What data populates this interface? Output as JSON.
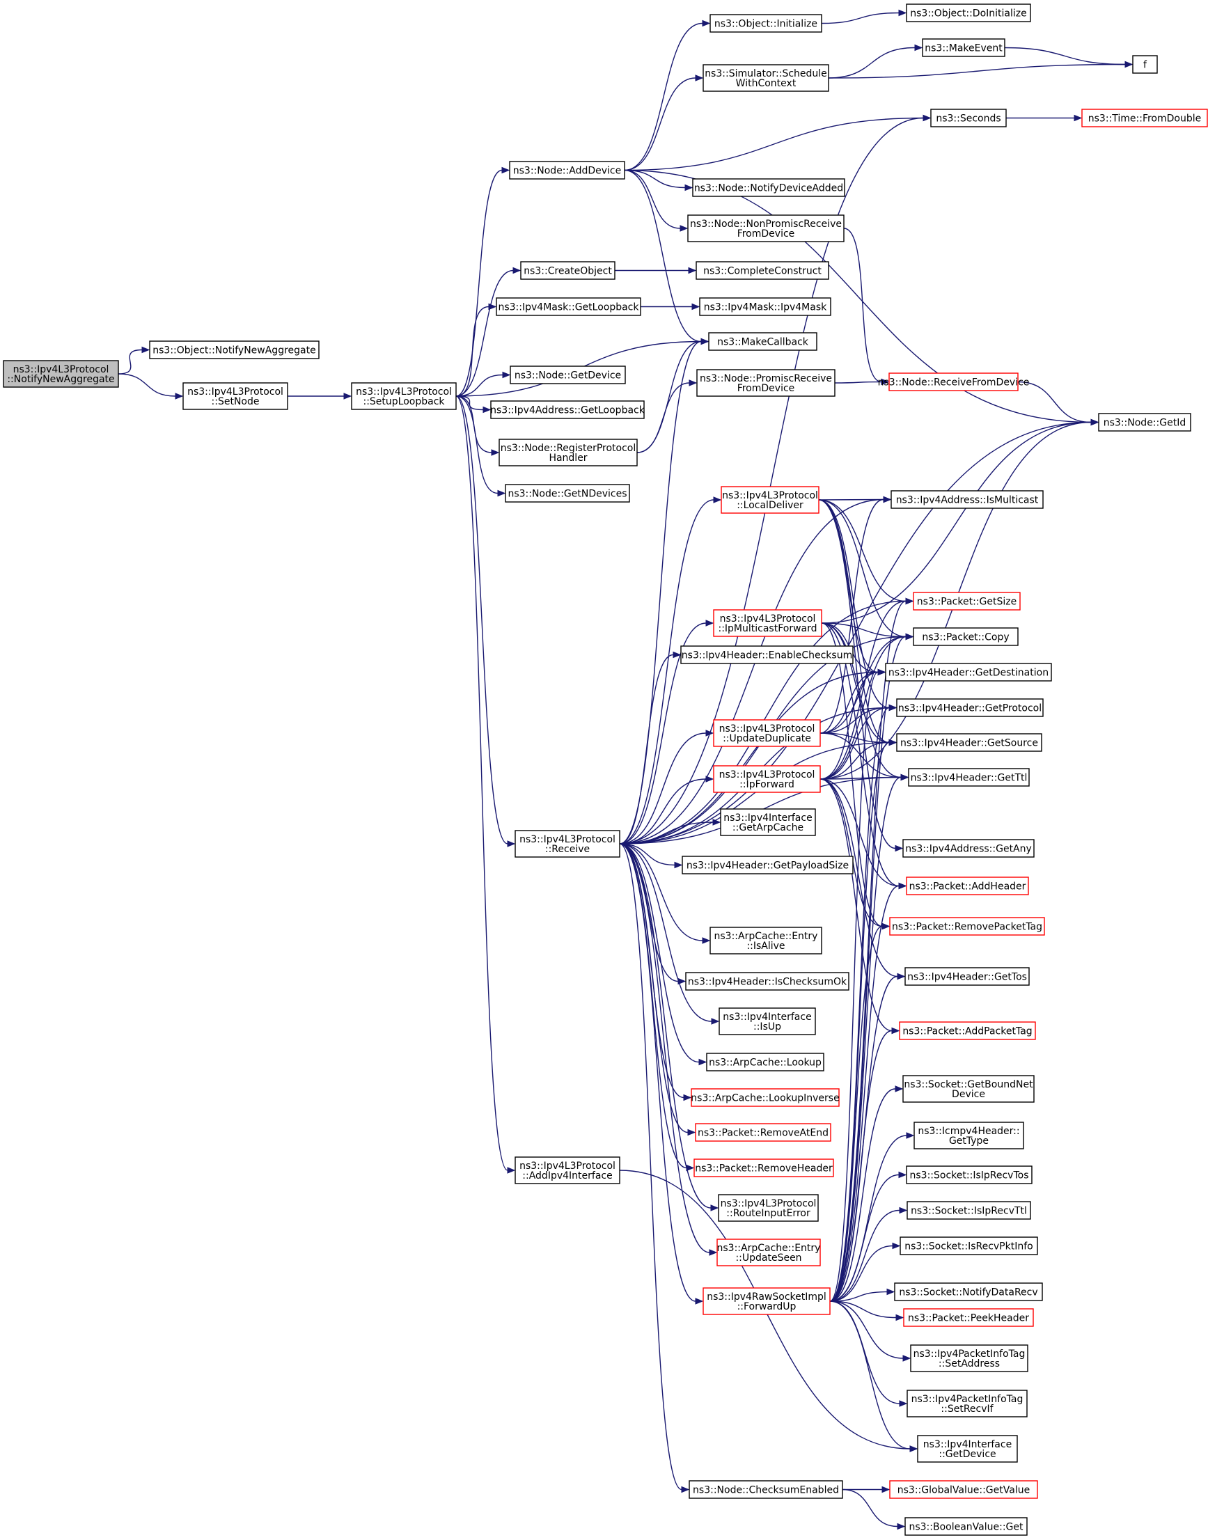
{
  "colors": {
    "edge": "#191970",
    "root_fill": "#bfbfbf",
    "truncated_border": "#ff0000",
    "border": "#000000"
  },
  "nodes": [
    {
      "id": "root",
      "lines": [
        "ns3::Ipv4L3Protocol",
        "::NotifyNewAggregate"
      ],
      "root": true
    },
    {
      "id": "obj_nna",
      "lines": [
        "ns3::Object::NotifyNewAggregate"
      ]
    },
    {
      "id": "setnode",
      "lines": [
        "ns3::Ipv4L3Protocol",
        "::SetNode"
      ]
    },
    {
      "id": "setuplb",
      "lines": [
        "ns3::Ipv4L3Protocol",
        "::SetupLoopback"
      ]
    },
    {
      "id": "adddevice",
      "lines": [
        "ns3::Node::AddDevice"
      ]
    },
    {
      "id": "createobject",
      "lines": [
        "ns3::CreateObject"
      ]
    },
    {
      "id": "mask_getlb",
      "lines": [
        "ns3::Ipv4Mask::GetLoopback"
      ]
    },
    {
      "id": "getdevice",
      "lines": [
        "ns3::Node::GetDevice"
      ]
    },
    {
      "id": "addr_getlb",
      "lines": [
        "ns3::Ipv4Address::GetLoopback"
      ]
    },
    {
      "id": "regproto",
      "lines": [
        "ns3::Node::RegisterProtocol",
        "Handler"
      ]
    },
    {
      "id": "getndevices",
      "lines": [
        "ns3::Node::GetNDevices"
      ]
    },
    {
      "id": "receive",
      "lines": [
        "ns3::Ipv4L3Protocol",
        "::Receive"
      ]
    },
    {
      "id": "addiface",
      "lines": [
        "ns3::Ipv4L3Protocol",
        "::AddIpv4Interface"
      ]
    },
    {
      "id": "obj_init",
      "lines": [
        "ns3::Object::Initialize"
      ]
    },
    {
      "id": "obj_doinit",
      "lines": [
        "ns3::Object::DoInitialize"
      ]
    },
    {
      "id": "schedwc",
      "lines": [
        "ns3::Simulator::Schedule",
        "WithContext"
      ]
    },
    {
      "id": "makeevent",
      "lines": [
        "ns3::MakeEvent"
      ]
    },
    {
      "id": "f",
      "lines": [
        "f"
      ]
    },
    {
      "id": "seconds",
      "lines": [
        "ns3::Seconds"
      ]
    },
    {
      "id": "fromdouble",
      "lines": [
        "ns3::Time::FromDouble"
      ],
      "trunc": true
    },
    {
      "id": "notifydevadded",
      "lines": [
        "ns3::Node::NotifyDeviceAdded"
      ]
    },
    {
      "id": "nonpromisc",
      "lines": [
        "ns3::Node::NonPromiscReceive",
        "FromDevice"
      ]
    },
    {
      "id": "completeconstruct",
      "lines": [
        "ns3::CompleteConstruct"
      ]
    },
    {
      "id": "ipv4mask",
      "lines": [
        "ns3::Ipv4Mask::Ipv4Mask"
      ]
    },
    {
      "id": "makecallback",
      "lines": [
        "ns3::MakeCallback"
      ]
    },
    {
      "id": "promisc",
      "lines": [
        "ns3::Node::PromiscReceive",
        "FromDevice"
      ]
    },
    {
      "id": "recvfromdev",
      "lines": [
        "ns3::Node::ReceiveFromDevice"
      ],
      "trunc": true
    },
    {
      "id": "getid",
      "lines": [
        "ns3::Node::GetId"
      ]
    },
    {
      "id": "localdeliver",
      "lines": [
        "ns3::Ipv4L3Protocol",
        "::LocalDeliver"
      ],
      "trunc": true
    },
    {
      "id": "ismulticast",
      "lines": [
        "ns3::Ipv4Address::IsMulticast"
      ]
    },
    {
      "id": "getsize",
      "lines": [
        "ns3::Packet::GetSize"
      ],
      "trunc": true
    },
    {
      "id": "ipmcast",
      "lines": [
        "ns3::Ipv4L3Protocol",
        "::IpMulticastForward"
      ],
      "trunc": true
    },
    {
      "id": "copy",
      "lines": [
        "ns3::Packet::Copy"
      ]
    },
    {
      "id": "enablecs",
      "lines": [
        "ns3::Ipv4Header::EnableChecksum"
      ]
    },
    {
      "id": "getdest",
      "lines": [
        "ns3::Ipv4Header::GetDestination"
      ]
    },
    {
      "id": "getproto",
      "lines": [
        "ns3::Ipv4Header::GetProtocol"
      ]
    },
    {
      "id": "updatedup",
      "lines": [
        "ns3::Ipv4L3Protocol",
        "::UpdateDuplicate"
      ],
      "trunc": true
    },
    {
      "id": "getsource",
      "lines": [
        "ns3::Ipv4Header::GetSource"
      ]
    },
    {
      "id": "ipforward",
      "lines": [
        "ns3::Ipv4L3Protocol",
        "::IpForward"
      ],
      "trunc": true
    },
    {
      "id": "getttl",
      "lines": [
        "ns3::Ipv4Header::GetTtl"
      ]
    },
    {
      "id": "getarpcache",
      "lines": [
        "ns3::Ipv4Interface",
        "::GetArpCache"
      ]
    },
    {
      "id": "getany",
      "lines": [
        "ns3::Ipv4Address::GetAny"
      ]
    },
    {
      "id": "getpayload",
      "lines": [
        "ns3::Ipv4Header::GetPayloadSize"
      ]
    },
    {
      "id": "addheader",
      "lines": [
        "ns3::Packet::AddHeader"
      ],
      "trunc": true
    },
    {
      "id": "rmpkttag",
      "lines": [
        "ns3::Packet::RemovePacketTag"
      ],
      "trunc": true
    },
    {
      "id": "isalive",
      "lines": [
        "ns3::ArpCache::Entry",
        "::IsAlive"
      ]
    },
    {
      "id": "gettos",
      "lines": [
        "ns3::Ipv4Header::GetTos"
      ]
    },
    {
      "id": "ischecksumok",
      "lines": [
        "ns3::Ipv4Header::IsChecksumOk"
      ]
    },
    {
      "id": "addpkttag",
      "lines": [
        "ns3::Packet::AddPacketTag"
      ],
      "trunc": true
    },
    {
      "id": "isup",
      "lines": [
        "ns3::Ipv4Interface",
        "::IsUp"
      ]
    },
    {
      "id": "lookup",
      "lines": [
        "ns3::ArpCache::Lookup"
      ]
    },
    {
      "id": "getboundnet",
      "lines": [
        "ns3::Socket::GetBoundNet",
        "Device"
      ]
    },
    {
      "id": "lookupinv",
      "lines": [
        "ns3::ArpCache::LookupInverse"
      ],
      "trunc": true
    },
    {
      "id": "icmpgettype",
      "lines": [
        "ns3::Icmpv4Header::",
        "GetType"
      ]
    },
    {
      "id": "rmatend",
      "lines": [
        "ns3::Packet::RemoveAtEnd"
      ],
      "trunc": true
    },
    {
      "id": "isiprecvtos",
      "lines": [
        "ns3::Socket::IsIpRecvTos"
      ]
    },
    {
      "id": "rmheader",
      "lines": [
        "ns3::Packet::RemoveHeader"
      ],
      "trunc": true
    },
    {
      "id": "isiprecvttl",
      "lines": [
        "ns3::Socket::IsIpRecvTtl"
      ]
    },
    {
      "id": "routeinerr",
      "lines": [
        "ns3::Ipv4L3Protocol",
        "::RouteInputError"
      ]
    },
    {
      "id": "updateseen",
      "lines": [
        "ns3::ArpCache::Entry",
        "::UpdateSeen"
      ],
      "trunc": true
    },
    {
      "id": "isrecvpktinfo",
      "lines": [
        "ns3::Socket::IsRecvPktInfo"
      ]
    },
    {
      "id": "forwardup",
      "lines": [
        "ns3::Ipv4RawSocketImpl",
        "::ForwardUp"
      ],
      "trunc": true
    },
    {
      "id": "notifydatarecv",
      "lines": [
        "ns3::Socket::NotifyDataRecv"
      ]
    },
    {
      "id": "peekheader",
      "lines": [
        "ns3::Packet::PeekHeader"
      ],
      "trunc": true
    },
    {
      "id": "pit_setaddr",
      "lines": [
        "ns3::Ipv4PacketInfoTag",
        "::SetAddress"
      ]
    },
    {
      "id": "pit_setrecvif",
      "lines": [
        "ns3::Ipv4PacketInfoTag",
        "::SetRecvIf"
      ]
    },
    {
      "id": "iface_getdev",
      "lines": [
        "ns3::Ipv4Interface",
        "::GetDevice"
      ]
    },
    {
      "id": "csenabled",
      "lines": [
        "ns3::Node::ChecksumEnabled"
      ]
    },
    {
      "id": "gv_getvalue",
      "lines": [
        "ns3::GlobalValue::GetValue"
      ],
      "trunc": true
    },
    {
      "id": "bv_get",
      "lines": [
        "ns3::BooleanValue::Get"
      ]
    }
  ],
  "edges": [
    [
      "root",
      "obj_nna"
    ],
    [
      "root",
      "setnode"
    ],
    [
      "setnode",
      "setuplb"
    ],
    [
      "setuplb",
      "adddevice"
    ],
    [
      "setuplb",
      "createobject"
    ],
    [
      "setuplb",
      "mask_getlb"
    ],
    [
      "setuplb",
      "makecallback"
    ],
    [
      "setuplb",
      "getdevice"
    ],
    [
      "setuplb",
      "addr_getlb"
    ],
    [
      "setuplb",
      "regproto"
    ],
    [
      "setuplb",
      "getndevices"
    ],
    [
      "setuplb",
      "receive"
    ],
    [
      "setuplb",
      "addiface"
    ],
    [
      "adddevice",
      "obj_init"
    ],
    [
      "adddevice",
      "schedwc"
    ],
    [
      "adddevice",
      "seconds"
    ],
    [
      "adddevice",
      "getid"
    ],
    [
      "adddevice",
      "notifydevadded"
    ],
    [
      "adddevice",
      "nonpromisc"
    ],
    [
      "adddevice",
      "makecallback"
    ],
    [
      "obj_init",
      "obj_doinit"
    ],
    [
      "schedwc",
      "makeevent"
    ],
    [
      "schedwc",
      "f"
    ],
    [
      "makeevent",
      "f"
    ],
    [
      "seconds",
      "fromdouble"
    ],
    [
      "nonpromisc",
      "recvfromdev"
    ],
    [
      "promisc",
      "recvfromdev"
    ],
    [
      "recvfromdev",
      "getid"
    ],
    [
      "createobject",
      "completeconstruct"
    ],
    [
      "mask_getlb",
      "ipv4mask"
    ],
    [
      "regproto",
      "makecallback"
    ],
    [
      "regproto",
      "promisc"
    ],
    [
      "receive",
      "getid"
    ],
    [
      "receive",
      "localdeliver"
    ],
    [
      "receive",
      "ismulticast"
    ],
    [
      "receive",
      "getsize"
    ],
    [
      "receive",
      "ipmcast"
    ],
    [
      "receive",
      "copy"
    ],
    [
      "receive",
      "enablecs"
    ],
    [
      "receive",
      "getdest"
    ],
    [
      "receive",
      "getproto"
    ],
    [
      "receive",
      "updatedup"
    ],
    [
      "receive",
      "getsource"
    ],
    [
      "receive",
      "ipforward"
    ],
    [
      "receive",
      "getttl"
    ],
    [
      "receive",
      "getarpcache"
    ],
    [
      "receive",
      "getpayload"
    ],
    [
      "receive",
      "isalive"
    ],
    [
      "receive",
      "ischecksumok"
    ],
    [
      "receive",
      "isup"
    ],
    [
      "receive",
      "lookup"
    ],
    [
      "receive",
      "lookupinv"
    ],
    [
      "receive",
      "rmatend"
    ],
    [
      "receive",
      "rmheader"
    ],
    [
      "receive",
      "routeinerr"
    ],
    [
      "receive",
      "updateseen"
    ],
    [
      "receive",
      "forwardup"
    ],
    [
      "receive",
      "csenabled"
    ],
    [
      "receive",
      "makecallback"
    ],
    [
      "receive",
      "seconds"
    ],
    [
      "localdeliver",
      "ismulticast"
    ],
    [
      "localdeliver",
      "getsize"
    ],
    [
      "localdeliver",
      "copy"
    ],
    [
      "localdeliver",
      "getdest"
    ],
    [
      "localdeliver",
      "getproto"
    ],
    [
      "localdeliver",
      "getsource"
    ],
    [
      "localdeliver",
      "getany"
    ],
    [
      "ipmcast",
      "copy"
    ],
    [
      "ipmcast",
      "getid"
    ],
    [
      "ipmcast",
      "getdest"
    ],
    [
      "ipmcast",
      "getsource"
    ],
    [
      "ipmcast",
      "getttl"
    ],
    [
      "ipmcast",
      "addheader"
    ],
    [
      "ipmcast",
      "rmpkttag"
    ],
    [
      "updatedup",
      "copy"
    ],
    [
      "updatedup",
      "getdest"
    ],
    [
      "updatedup",
      "getproto"
    ],
    [
      "updatedup",
      "getsource"
    ],
    [
      "updatedup",
      "ismulticast"
    ],
    [
      "updatedup",
      "getttl"
    ],
    [
      "ipforward",
      "getid"
    ],
    [
      "ipforward",
      "getsize"
    ],
    [
      "ipforward",
      "copy"
    ],
    [
      "ipforward",
      "getdest"
    ],
    [
      "ipforward",
      "getproto"
    ],
    [
      "ipforward",
      "getsource"
    ],
    [
      "ipforward",
      "getttl"
    ],
    [
      "ipforward",
      "addheader"
    ],
    [
      "ipforward",
      "rmpkttag"
    ],
    [
      "ipforward",
      "gettos"
    ],
    [
      "ipforward",
      "addpkttag"
    ],
    [
      "forwardup",
      "getboundnet"
    ],
    [
      "forwardup",
      "icmpgettype"
    ],
    [
      "forwardup",
      "isiprecvtos"
    ],
    [
      "forwardup",
      "isiprecvttl"
    ],
    [
      "forwardup",
      "isrecvpktinfo"
    ],
    [
      "forwardup",
      "notifydatarecv"
    ],
    [
      "forwardup",
      "peekheader"
    ],
    [
      "forwardup",
      "pit_setaddr"
    ],
    [
      "forwardup",
      "pit_setrecvif"
    ],
    [
      "forwardup",
      "iface_getdev"
    ],
    [
      "forwardup",
      "getsize"
    ],
    [
      "forwardup",
      "copy"
    ],
    [
      "forwardup",
      "getdest"
    ],
    [
      "forwardup",
      "getproto"
    ],
    [
      "forwardup",
      "getsource"
    ],
    [
      "forwardup",
      "getttl"
    ],
    [
      "forwardup",
      "addheader"
    ],
    [
      "forwardup",
      "rmpkttag"
    ],
    [
      "forwardup",
      "gettos"
    ],
    [
      "forwardup",
      "addpkttag"
    ],
    [
      "addiface",
      "iface_getdev"
    ],
    [
      "csenabled",
      "gv_getvalue"
    ],
    [
      "csenabled",
      "bv_get"
    ]
  ]
}
